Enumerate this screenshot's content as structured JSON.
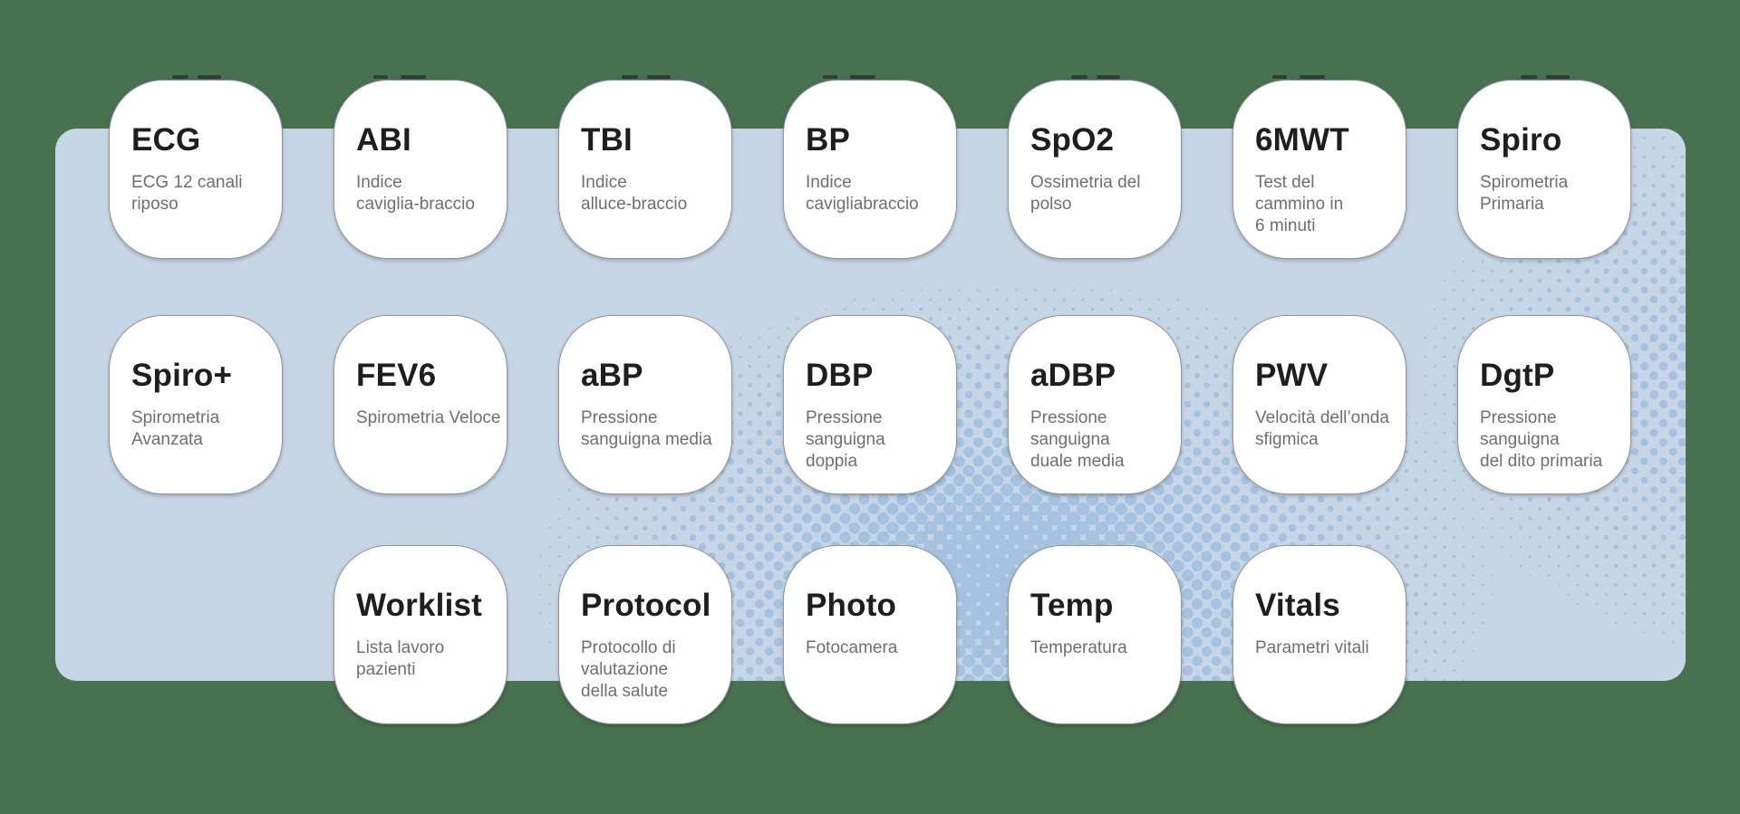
{
  "colors": {
    "background_green": "#47714F",
    "panel_blue": "#C7D6E6",
    "halftone_dot_blue": "#A5C3E1",
    "card_white": "#FFFFFF",
    "card_border_gray": "#989FA8",
    "title_black": "#1E1E1E",
    "subtitle_gray": "#6F6F6F"
  },
  "grid": {
    "rows": [
      {
        "cards": [
          {
            "title": "ECG",
            "subtitle": "ECG 12 canali\nriposo"
          },
          {
            "title": "ABI",
            "subtitle": "Indice\ncaviglia-braccio"
          },
          {
            "title": "TBI",
            "subtitle": "Indice\nalluce-braccio"
          },
          {
            "title": "BP",
            "subtitle": "Indice\ncavigliabraccio"
          },
          {
            "title": "SpO2",
            "subtitle": "Ossimetria del\npolso"
          },
          {
            "title": "6MWT",
            "subtitle": "Test del\ncammino in\n6 minuti"
          },
          {
            "title": "Spiro",
            "subtitle": "Spirometria\nPrimaria"
          }
        ]
      },
      {
        "cards": [
          {
            "title": "Spiro+",
            "subtitle": "Spirometria\nAvanzata"
          },
          {
            "title": "FEV6",
            "subtitle": "Spirometria Veloce"
          },
          {
            "title": "aBP",
            "subtitle": "Pressione\nsanguigna media"
          },
          {
            "title": "DBP",
            "subtitle": "Pressione\nsanguigna\ndoppia"
          },
          {
            "title": "aDBP",
            "subtitle": "Pressione\nsanguigna\nduale media"
          },
          {
            "title": "PWV",
            "subtitle": "Velocità dell’onda\nsfigmica"
          },
          {
            "title": "DgtP",
            "subtitle": "Pressione\nsanguigna\ndel dito primaria"
          }
        ]
      },
      {
        "cards": [
          {
            "title": "Worklist",
            "subtitle": "Lista lavoro\npazienti"
          },
          {
            "title": "Protocol",
            "subtitle": "Protocollo di\nvalutazione\ndella salute"
          },
          {
            "title": "Photo",
            "subtitle": "Fotocamera"
          },
          {
            "title": "Temp",
            "subtitle": "Temperatura"
          },
          {
            "title": "Vitals",
            "subtitle": "Parametri vitali"
          }
        ]
      }
    ]
  }
}
